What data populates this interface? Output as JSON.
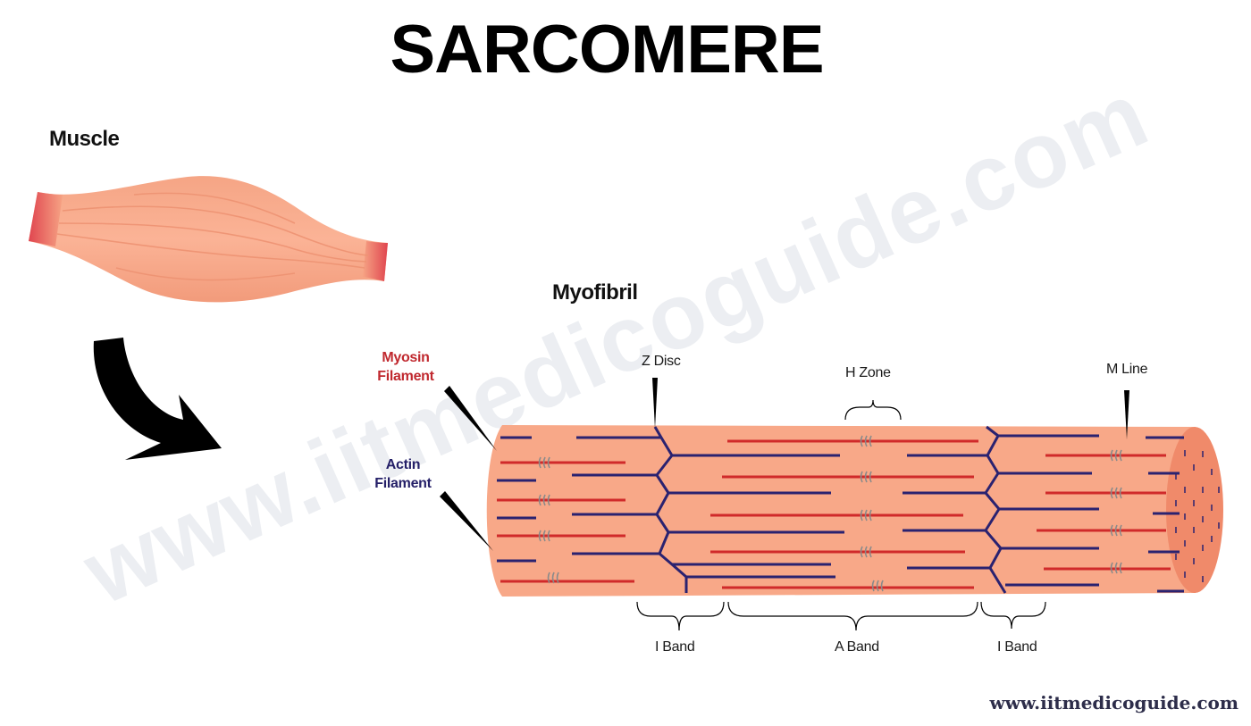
{
  "title": "SARCOMERE",
  "headings": {
    "muscle": "Muscle",
    "myofibril": "Myofibril"
  },
  "labels": {
    "myosin_filament": "Myosin\nFilament",
    "actin_filament": "Actin\nFilament",
    "z_disc": "Z Disc",
    "h_zone": "H Zone",
    "m_line": "M Line",
    "i_band_left": "I Band",
    "a_band": "A Band",
    "i_band_right": "I Band"
  },
  "watermark": "www.iitmedicoguide.com",
  "footer_url": "www.iitmedicoguide.com",
  "colors": {
    "muscle_fill": "#f7a98a",
    "muscle_tendon": "#e25a5a",
    "myofibril_fill": "#f8a888",
    "myofibril_end": "#f08a6a",
    "myosin": "#d02a2a",
    "actin": "#2a2270",
    "myosin_label": "#c0282e",
    "actin_label": "#252068",
    "arrow": "#000000"
  }
}
